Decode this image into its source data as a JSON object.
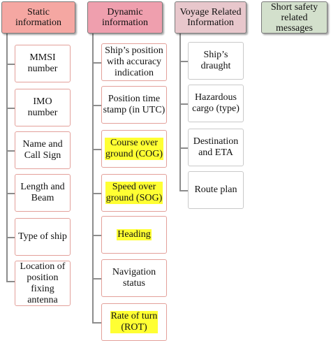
{
  "colors": {
    "static_header": "#f5a7a2",
    "dynamic_header": "#ef9fae",
    "voyage_header": "#e8c7cc",
    "short_header": "#d3e0cc",
    "highlight": "#ffff33"
  },
  "columns": [
    {
      "header": "Static\ninformation",
      "items": [
        {
          "text": "MMSI\nnumber",
          "highlight": false
        },
        {
          "text": "IMO\nnumber",
          "highlight": false
        },
        {
          "text": "Name and\nCall Sign",
          "highlight": false
        },
        {
          "text": "Length and\nBeam",
          "highlight": false
        },
        {
          "text": "Type of ship",
          "highlight": false
        },
        {
          "text": "Location of\nposition\nfixing\nantenna",
          "highlight": false
        }
      ]
    },
    {
      "header": "Dynamic\ninformation",
      "items": [
        {
          "text": "Ship’s position\nwith accuracy\nindication",
          "highlight": false
        },
        {
          "text": "Position time\nstamp (in UTC)",
          "highlight": false
        },
        {
          "text": "Course over\nground (COG)",
          "highlight": true
        },
        {
          "text": "Speed over\nground (SOG)",
          "highlight": true
        },
        {
          "text": "Heading",
          "highlight": true
        },
        {
          "text": "Navigation\nstatus",
          "highlight": false
        },
        {
          "text": "Rate of turn\n(ROT)",
          "highlight": true
        }
      ]
    },
    {
      "header": "Voyage Related\nInformation",
      "items": [
        {
          "text": "Ship’s\ndraught",
          "highlight": false
        },
        {
          "text": "Hazardous\ncargo (type)",
          "highlight": false
        },
        {
          "text": "Destination\nand ETA",
          "highlight": false
        },
        {
          "text": "Route plan",
          "highlight": false
        }
      ]
    },
    {
      "header": "Short safety\nrelated\nmessages",
      "items": []
    }
  ]
}
